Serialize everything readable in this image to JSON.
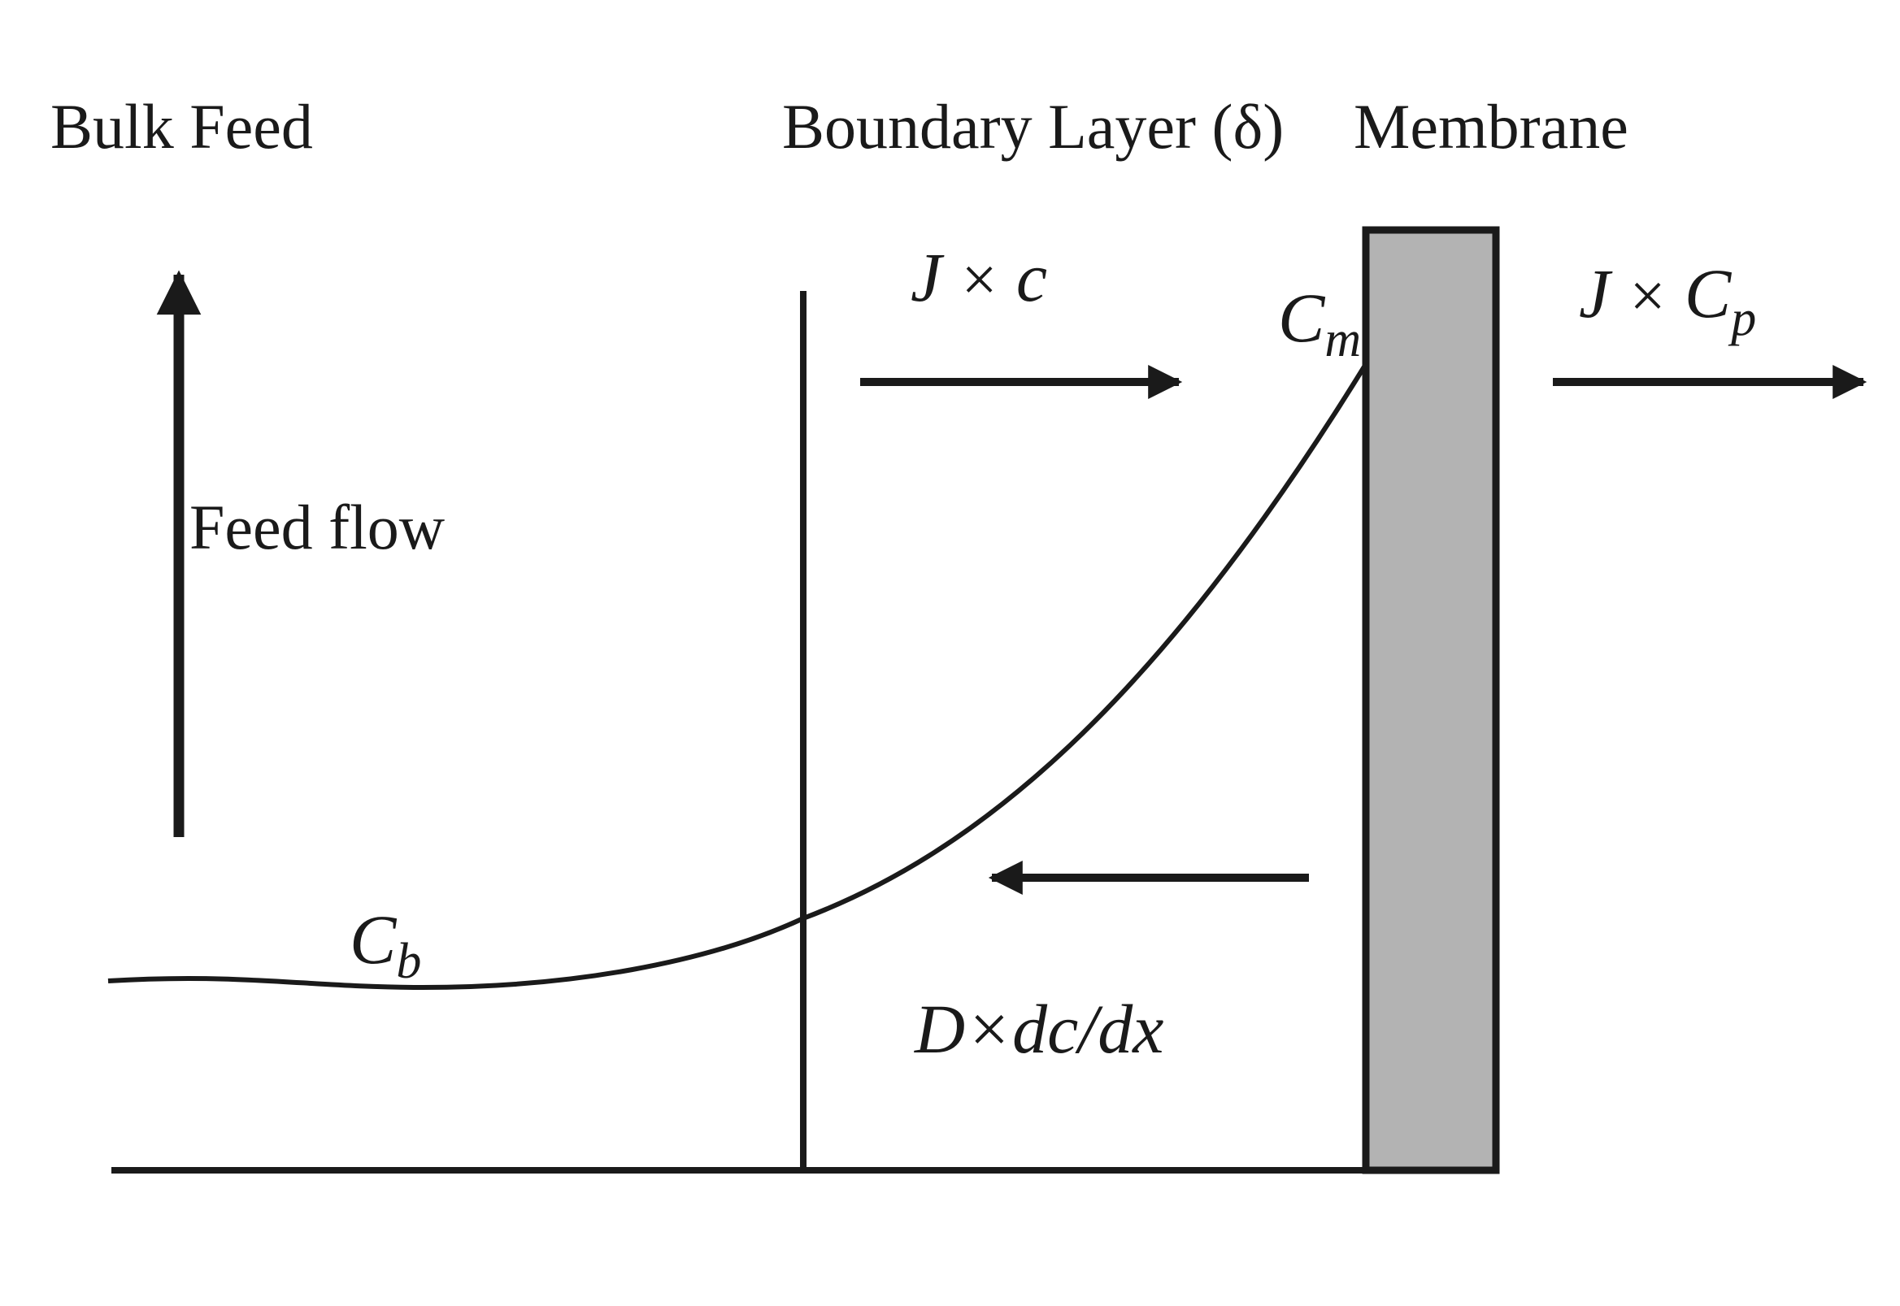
{
  "labels": {
    "bulk_feed": "Bulk Feed",
    "boundary_layer": "Boundary Layer (δ)",
    "membrane": "Membrane",
    "feed_flow": "Feed flow",
    "convective_flux": {
      "symbol": "J",
      "operator": " × ",
      "variable": "c"
    },
    "permeate_flux": {
      "symbol": "J",
      "operator": " × ",
      "variable": "C",
      "subscript": "p"
    },
    "membrane_concentration": {
      "variable": "C",
      "subscript": "m"
    },
    "bulk_concentration": {
      "variable": "C",
      "subscript": "b"
    },
    "back_diffusion": "D×dc/dx"
  },
  "colors": {
    "ink": "#1a1a1a",
    "membrane_fill": "#b3b3b3",
    "background": "#ffffff"
  }
}
